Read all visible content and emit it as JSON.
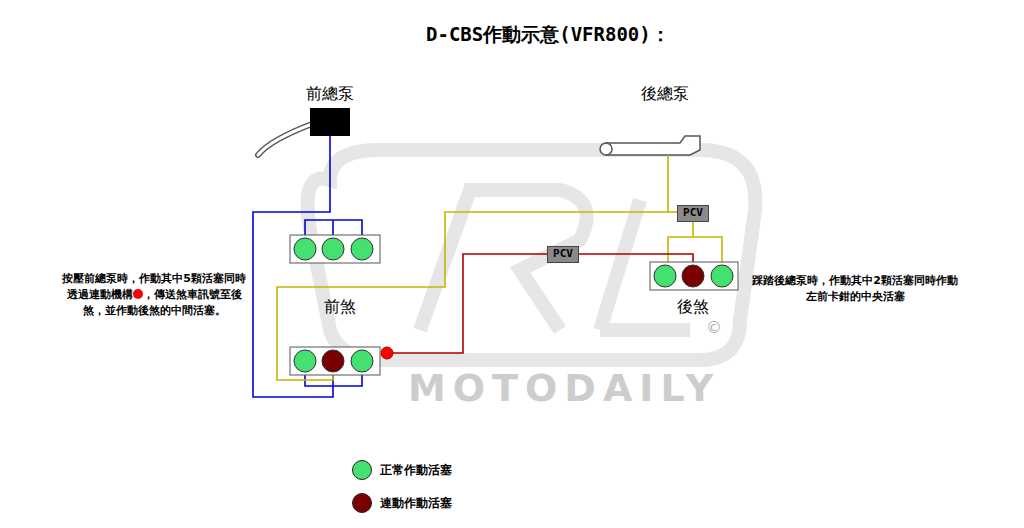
{
  "diagram": {
    "title": "D-CBS作動示意(VFR800)：",
    "nodes": [
      {
        "text": [
          "PCV"
        ]
      },
      {
        "text": [
          "PCV"
        ]
      }
    ],
    "labels": [
      "前總泵",
      "後總泵",
      "前煞",
      "後煞",
      "按壓前總泵時，作動其中5顆活塞同時透過連動機構",
      "，傳送煞車訊號至後煞，並作動後煞的中間活塞。",
      "踩踏後總泵時，作動其中2顆活塞同時作動左前卡鉗的中央活塞",
      "MOTODAILY",
      "©"
    ],
    "legend": [
      {
        "text": "正常作動活塞",
        "color": "#44e070"
      },
      {
        "text": "連動作動活塞",
        "color": "#7a0000"
      }
    ]
  }
}
